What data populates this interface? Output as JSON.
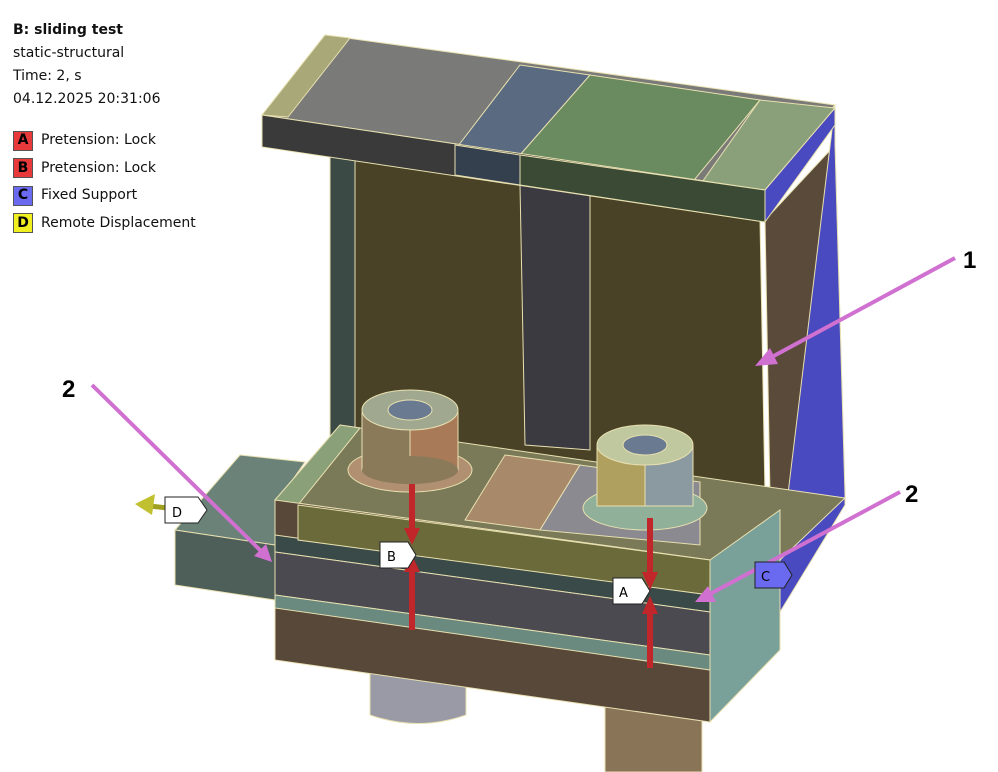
{
  "header": {
    "title": "B: sliding test",
    "analysis_type": "static-structural",
    "time": "Time: 2, s",
    "timestamp": "04.12.2025 20:31:06"
  },
  "legend": [
    {
      "letter": "A",
      "label": "Pretension: Lock",
      "color": "#e83a3a"
    },
    {
      "letter": "B",
      "label": "Pretension: Lock",
      "color": "#e83a3a"
    },
    {
      "letter": "C",
      "label": "Fixed Support",
      "color": "#6a6af0"
    },
    {
      "letter": "D",
      "label": "Remote Displacement",
      "color": "#f0f020"
    }
  ],
  "markers": {
    "a": "A",
    "b": "B",
    "c": "C",
    "d": "D"
  },
  "callouts": {
    "one": "1",
    "two_left": "2",
    "two_right": "2"
  },
  "colors": {
    "annotation_arrow": "#d070d0",
    "pretension_arrow": "#c0262a"
  }
}
